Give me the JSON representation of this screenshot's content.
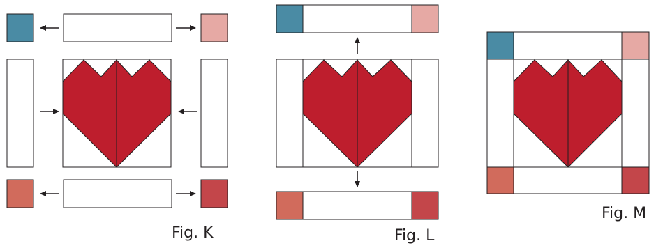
{
  "captions": {
    "fig_k": "Fig. K",
    "fig_l": "Fig. L",
    "fig_m": "Fig. M"
  },
  "colors": {
    "teal": "#4a8ba4",
    "pink": "#e6a9a4",
    "coral": "#d16b5c",
    "brick": "#c3464a",
    "heart": "#be1e2d",
    "outline": "#231f20",
    "fabric": "#ffffff"
  },
  "icons": {
    "arrow": "arrow-icon",
    "heart": "heart-icon"
  }
}
